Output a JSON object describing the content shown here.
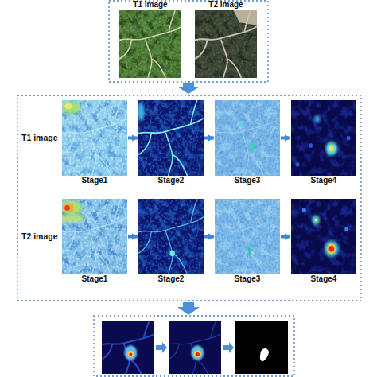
{
  "diagram": {
    "nodes": [
      {
        "text": [
          "T1 image"
        ]
      },
      {
        "text": [
          "T2 image"
        ]
      },
      {
        "text": [
          "Stage1"
        ]
      },
      {
        "text": [
          "Stage2"
        ]
      },
      {
        "text": [
          "Stage3"
        ]
      },
      {
        "text": [
          "Stage4"
        ]
      },
      {
        "text": [
          "Stage1"
        ]
      },
      {
        "text": [
          "Stage2"
        ]
      },
      {
        "text": [
          "Stage3"
        ]
      },
      {
        "text": [
          "Stage4"
        ]
      }
    ],
    "edges": [
      {
        "from": 2,
        "to": 3,
        "arrow": "to"
      },
      {
        "from": 3,
        "to": 4,
        "arrow": "to"
      },
      {
        "from": 4,
        "to": 5,
        "arrow": "to"
      },
      {
        "from": 6,
        "to": 7,
        "arrow": "to"
      },
      {
        "from": 7,
        "to": 8,
        "arrow": "to"
      },
      {
        "from": 8,
        "to": 9,
        "arrow": "to"
      }
    ],
    "labels": [
      "T1 image",
      "T2 image"
    ]
  }
}
